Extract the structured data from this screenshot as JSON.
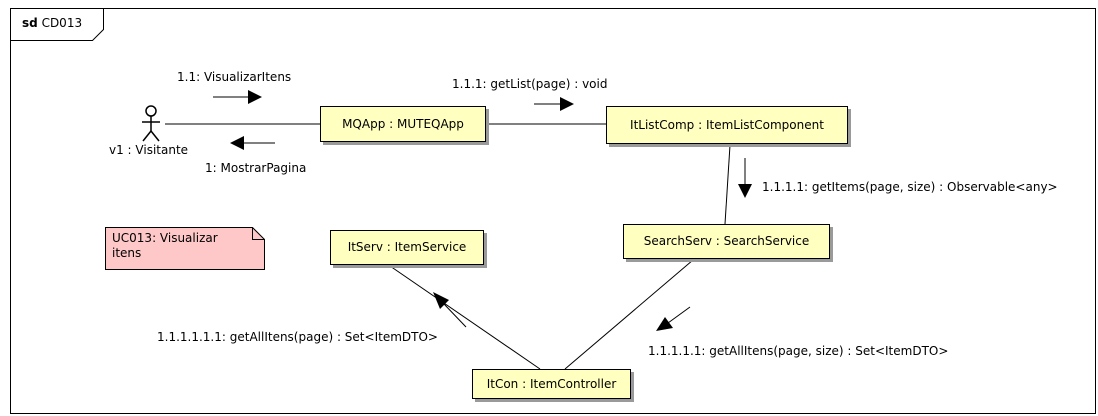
{
  "frame": {
    "keyword": "sd",
    "name": "CD013"
  },
  "actor": {
    "label": "v1 : Visitante"
  },
  "objects": {
    "mqapp": "MQApp : MUTEQApp",
    "itlistcomp": "ItListComp : ItemListComponent",
    "searchserv": "SearchServ : SearchService",
    "itserv": "ItServ : ItemService",
    "itcon": "ItCon : ItemController"
  },
  "messages": {
    "m1_1": "1.1: VisualizarItens",
    "m1": "1: MostrarPagina",
    "m1_1_1": "1.1.1: getList(page) : void",
    "m1_1_1_1": "1.1.1.1: getItems(page, size) : Observable<any>",
    "m1_1_1_1_1": "1.1.1.1.1: getAllItens(page, size) : Set<ItemDTO>",
    "m1_1_1_1_1_1": "1.1.1.1.1.1: getAllItens(page) : Set<ItemDTO>"
  },
  "note": {
    "text_line1": "UC013: Visualizar",
    "text_line2": "itens",
    "color": "#ffc8c8"
  },
  "colors": {
    "object_fill": "#ffffc0",
    "shadow": "#9a9a9a",
    "line": "#000000"
  }
}
